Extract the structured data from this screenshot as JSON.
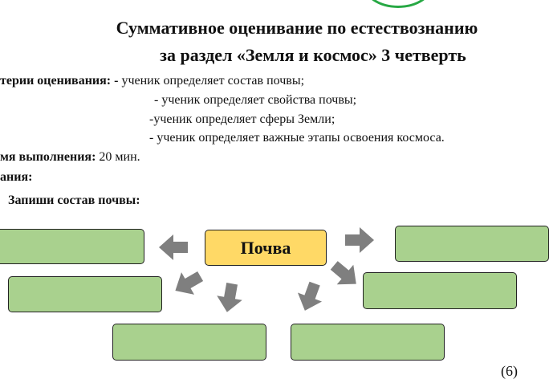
{
  "title": {
    "line1": "Суммативное оценивание по естествознанию",
    "line2": "за раздел «Земля и космос»  3 четверть"
  },
  "criteria": {
    "label": "терии оценивания:",
    "dash": " - ",
    "items": [
      "ученик определяет состав почвы;",
      "- ученик определяет свойства почвы;",
      "-ученик определяет сферы Земли;",
      "- ученик определяет важные этапы освоения космоса."
    ]
  },
  "time": {
    "label": "мя выполнения:",
    "value": "20 мин."
  },
  "tasks_label": "ания:",
  "task1": {
    "text": "Запиши состав почвы:"
  },
  "diagram": {
    "center_label": "Почва",
    "colors": {
      "box_fill": "#a9d18e",
      "center_fill": "#ffd966",
      "arrow_fill": "#7f7f7f"
    },
    "arrow_icon": "block-arrow-icon"
  },
  "page_number": "(6)"
}
